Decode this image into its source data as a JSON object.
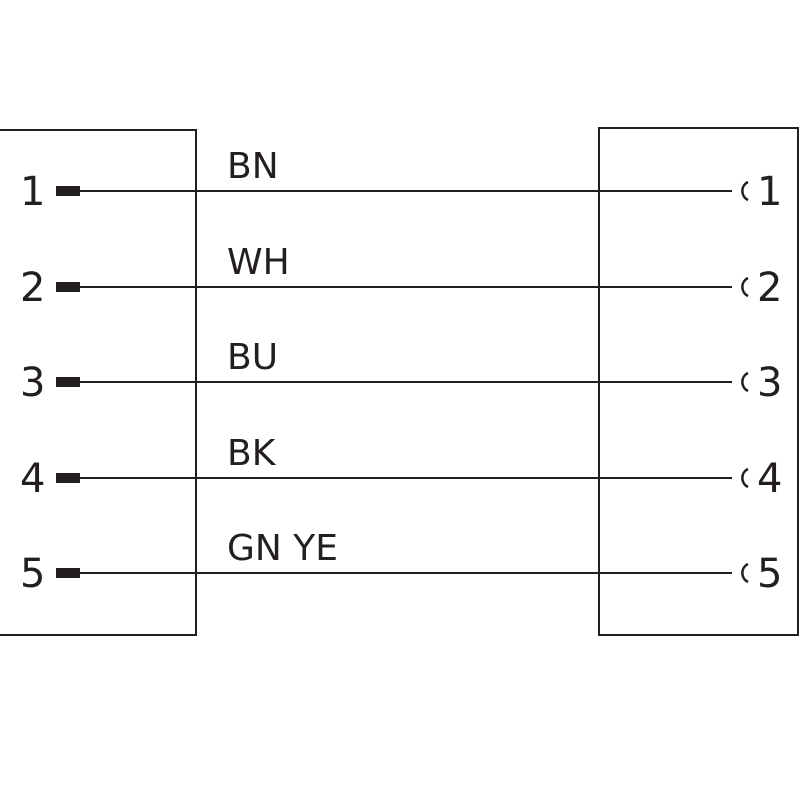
{
  "wires": [
    {
      "left_pin": "1",
      "right_pin": "1",
      "label": "BN"
    },
    {
      "left_pin": "2",
      "right_pin": "2",
      "label": "WH"
    },
    {
      "left_pin": "3",
      "right_pin": "3",
      "label": "BU"
    },
    {
      "left_pin": "4",
      "right_pin": "4",
      "label": "BK"
    },
    {
      "left_pin": "5",
      "right_pin": "5",
      "label": "GN YE"
    }
  ],
  "colors": {
    "line": "#231f20",
    "background": "#ffffff"
  },
  "icons": {
    "left_contact": "male-pin-icon",
    "right_contact": "female-socket-icon"
  }
}
